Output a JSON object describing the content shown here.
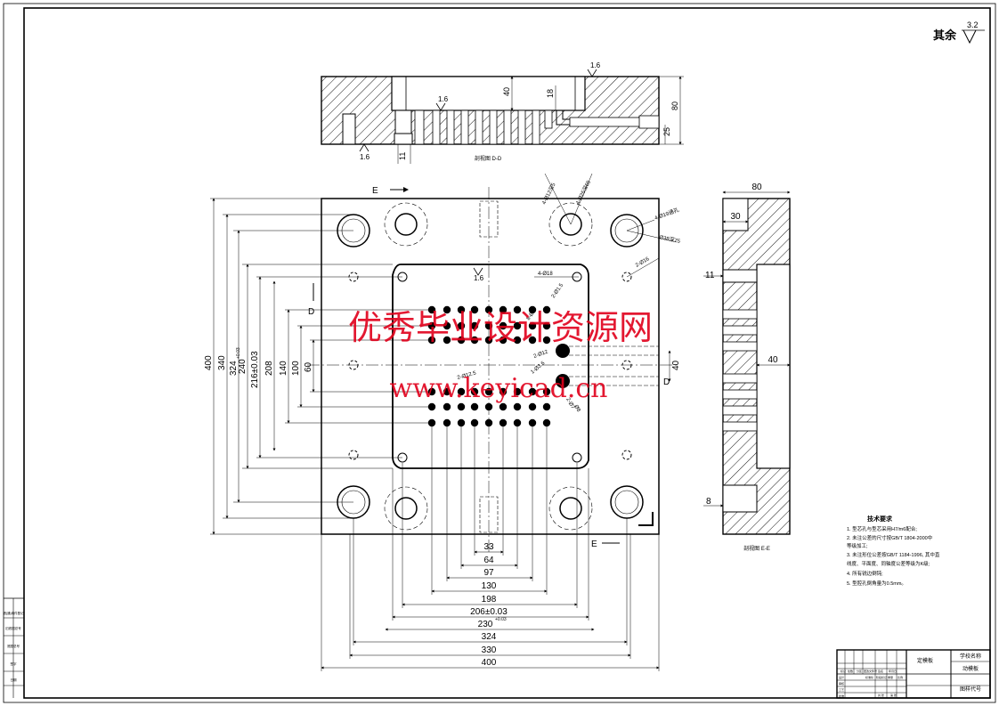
{
  "corner": {
    "text": "其余",
    "roughness": "3.2"
  },
  "top_view": {
    "dims": {
      "overall_height": "80",
      "d40": "40",
      "d18": "18",
      "d25": "25",
      "d11": "11"
    },
    "roughness": {
      "a": "1.6",
      "b": "1.6",
      "c": "1.6"
    },
    "caption": "剖视图 D-D"
  },
  "plan_view": {
    "section_mark_e": "E",
    "section_mark_d": "D",
    "roughness_center": "1.6",
    "vertical_dims": [
      "400",
      "340",
      "324",
      "240",
      "216±0.03",
      "208",
      "140",
      "100",
      "60",
      "40"
    ],
    "vertical_dim_240_tol": "+0.03",
    "horizontal_dims": [
      "33",
      "64",
      "97",
      "130",
      "198",
      "206±0.03",
      "230",
      "324",
      "330",
      "400"
    ],
    "horizontal_dim_230_tol": "+0.03",
    "callouts": [
      "4-Ø12深5",
      "4-Ø25深65",
      "4-Ø19通孔",
      "Ø38深75",
      "2-Ø16",
      "4-Ø18",
      "2-Ø1.5",
      "8-Ø8",
      "2-Ø12",
      "1-Ø3.6",
      "2-Ø12.5",
      "2-Ø7",
      "Ø8"
    ]
  },
  "side_view": {
    "dims": {
      "width": "80",
      "d30": "30",
      "d11": "11",
      "d40": "40",
      "d8": "8"
    },
    "caption": "剖视图 E-E"
  },
  "tech_notes": {
    "title": "技术要求",
    "items": [
      "1. 型芯孔与型芯采用H7/m6配合;",
      "2. 未注公差的尺寸按GB/T 1804-2000中",
      "   等级加工;",
      "3. 未注形位公差按GB/T 1184-1996, 其中直",
      "   线度、平面度、同轴度公差等级为K级;",
      "4. 所有锐边倒钝;",
      "5. 型腔孔倒角量为0.5mm。"
    ]
  },
  "title_block": {
    "part_name": "定模板",
    "school": "学校名称",
    "drawing_no": "动模板",
    "sheet": "图样代号",
    "small_cells": [
      "标记",
      "处数",
      "分区",
      "更改文件号",
      "签名",
      "年月日",
      "设计",
      "标准化",
      "审核",
      "工艺",
      "批准",
      "阶段标记",
      "重量",
      "比例",
      "共 张",
      "第 张"
    ]
  },
  "left_strip": [
    "借(通)用件登记",
    "旧底图总号",
    "底图总号",
    "签字",
    "日期"
  ],
  "watermark": {
    "line1": "优秀毕业设计资源网",
    "line2": "www.keyicad.cn"
  },
  "colors": {
    "line": "#000000",
    "watermark": "#e0001b",
    "background": "#ffffff"
  }
}
